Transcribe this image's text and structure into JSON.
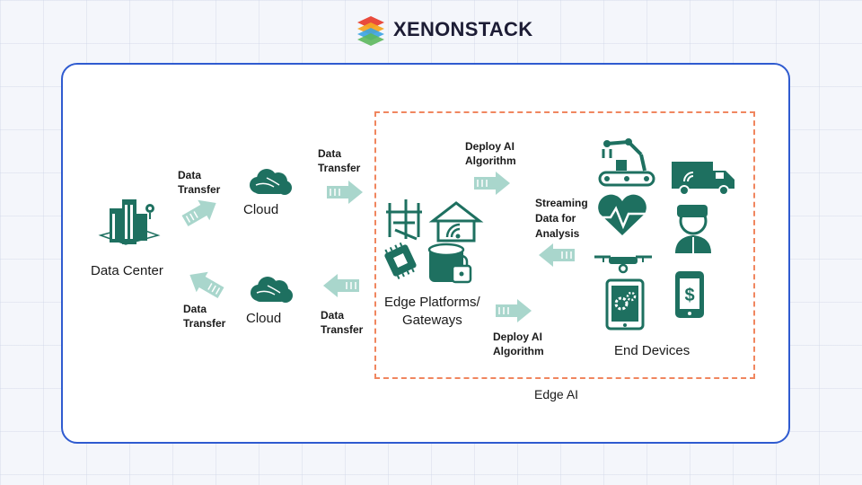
{
  "brand": {
    "name": "XENONSTACK"
  },
  "nodes": {
    "data_center": "Data Center",
    "cloud_top": "Cloud",
    "cloud_bottom": "Cloud",
    "edge_platforms": [
      "Edge Platforms/",
      "Gateways"
    ],
    "end_devices": "End Devices",
    "edge_ai": "Edge AI"
  },
  "edges": {
    "dc_to_cloud": [
      "Data",
      "Transfer"
    ],
    "cloud_to_dc": [
      "Data",
      "Transfer"
    ],
    "cloud_to_edge": [
      "Data",
      "Transfer"
    ],
    "edge_to_cloud": [
      "Data",
      "Transfer"
    ],
    "deploy_top": [
      "Deploy AI",
      "Algorithm"
    ],
    "deploy_bottom": [
      "Deploy AI",
      "Algorithm"
    ],
    "streaming": [
      "Streaming",
      "Data for",
      "Analysis"
    ]
  },
  "colors": {
    "icon": "#1e7060",
    "arrow": "#a9d6cc",
    "card_border": "#2f5bd0",
    "edge_border": "#f0865f"
  },
  "icons": [
    "office-building-icon",
    "cloud-icon",
    "network-tower-icon",
    "smart-home-icon",
    "chip-icon",
    "secure-database-icon",
    "robot-arm-icon",
    "delivery-truck-icon",
    "heart-rate-icon",
    "vr-user-icon",
    "drone-icon",
    "tablet-settings-icon",
    "mobile-payment-icon"
  ]
}
